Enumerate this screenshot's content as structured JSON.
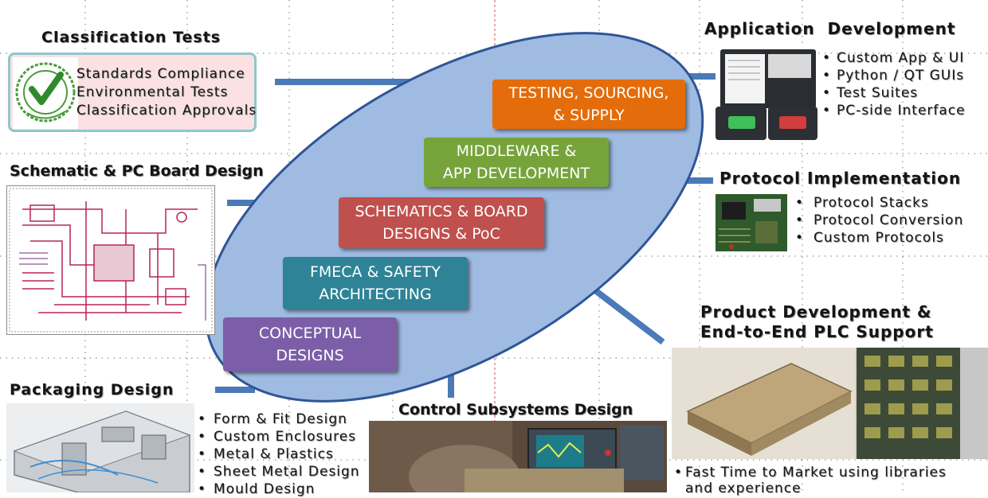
{
  "colors": {
    "ellipse_fill": "#9fbbe1",
    "ellipse_stroke": "#2f5597",
    "connector": "#4a7ab8",
    "step_testing": "#e46c0a",
    "step_middleware": "#76a43b",
    "step_schematics": "#c0504d",
    "step_fmeca": "#2e8396",
    "step_conceptual": "#7b5ea7",
    "classification_box_bg": "#fbe1e1",
    "classification_box_border": "#8fc7cc"
  },
  "steps": [
    {
      "label": "TESTING, SOURCING,\n& SUPPLY"
    },
    {
      "label": "MIDDLEWARE &\nAPP DEVELOPMENT"
    },
    {
      "label": "SCHEMATICS & BOARD\nDESIGNS & PoC"
    },
    {
      "label": "FMECA & SAFETY\nARCHITECTING"
    },
    {
      "label": "CONCEPTUAL\nDESIGNS"
    }
  ],
  "classification": {
    "title": "Classification Tests",
    "badge_icon": "approved-seal-icon",
    "items": [
      "Standards Compliance",
      "Environmental Tests",
      "Classification Approvals"
    ]
  },
  "schematic": {
    "title": "Schematic & PC Board Design",
    "image_icon": "circuit-schematic-icon"
  },
  "packaging": {
    "title": "Packaging Design",
    "image_icon": "enclosure-cad-icon",
    "items": [
      "Form & Fit Design",
      "Custom Enclosures",
      "Metal & Plastics",
      "Sheet Metal Design",
      "Mould Design"
    ]
  },
  "control": {
    "title": "Control Subsystems Design",
    "image_icon": "lab-bench-photo-icon"
  },
  "application": {
    "title": "Application  Development",
    "image_icon": "gui-screens-icon",
    "items": [
      "Custom App & UI",
      "Python / QT GUIs",
      "Test Suites",
      "PC-side Interface"
    ]
  },
  "protocol": {
    "title": "Protocol Implementation",
    "image_icon": "circuit-board-photo-icon",
    "items": [
      "Protocol Stacks",
      "Protocol Conversion",
      "Custom Protocols"
    ]
  },
  "product": {
    "title_line1": "Product Development &",
    "title_line2": "End-to-End PLC Support",
    "image_icon": "product-chassis-photo-icon",
    "items": [
      "Fast Time to Market using libraries",
      "and experience"
    ]
  }
}
